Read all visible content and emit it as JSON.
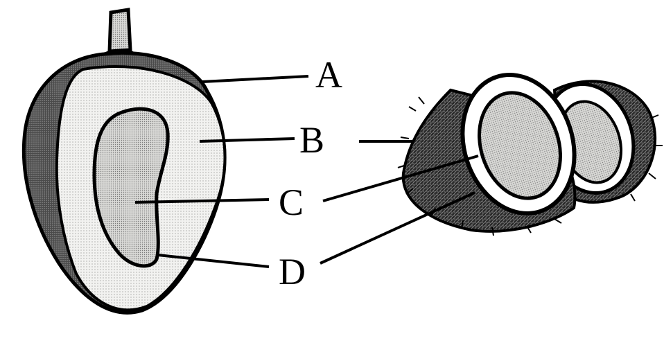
{
  "labels": {
    "a": "A",
    "b": "B",
    "c": "C",
    "d": "D"
  },
  "colors": {
    "ink": "#000000",
    "background": "#ffffff",
    "skin_dark": "#3a3a3a",
    "flesh": "#ecebe8",
    "seed": "#dcdcd8",
    "husk": "#2b2b2b"
  }
}
